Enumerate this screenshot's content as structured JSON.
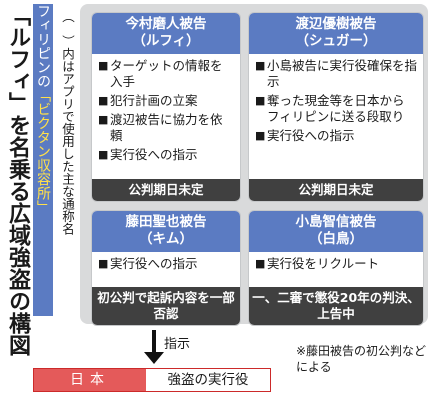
{
  "title": "「ルフィ」を名乗る広域強盗の構図",
  "band": {
    "prefix": "フィリピンの",
    "highlight": "「ビクタン収容所」"
  },
  "note": "（　）内はアプリで使用した主な通称名",
  "cards": {
    "imamura": {
      "name": "今村磨人被告",
      "alias": "（ルフィ）",
      "items": [
        "ターゲットの情報を入手",
        "犯行計画の立案",
        "渡辺被告に協力を依頼",
        "実行役への指示"
      ],
      "status": "公判期日未定"
    },
    "watanabe": {
      "name": "渡辺優樹被告",
      "alias": "（シュガー）",
      "items": [
        "小島被告に実行役確保を指示",
        "奪った現金等を日本からフィリピンに送る段取り",
        "実行役への指示"
      ],
      "status": "公判期日未定"
    },
    "fujita": {
      "name": "藤田聖也被告",
      "alias": "（キム）",
      "items": [
        "実行役への指示"
      ],
      "status": "初公判で起訴内容を一部否認"
    },
    "kojima": {
      "name": "小島智信被告",
      "alias": "（白鳥）",
      "items": [
        "実行役をリクルート"
      ],
      "status": "一、二審で懲役20年の判決、上告中"
    }
  },
  "bullet": "■",
  "arrow_label": "指示",
  "bottom": {
    "japan": "日本",
    "role": "強盗の実行役"
  },
  "footnote": "※藤田被告の初公判などによる",
  "colors": {
    "header_blue": "#5b7bc2",
    "footer_dark": "#404040",
    "frame_gray": "#d9dadb",
    "japan_red": "#e45a5a",
    "highlight_yellow": "#ffe04a"
  }
}
